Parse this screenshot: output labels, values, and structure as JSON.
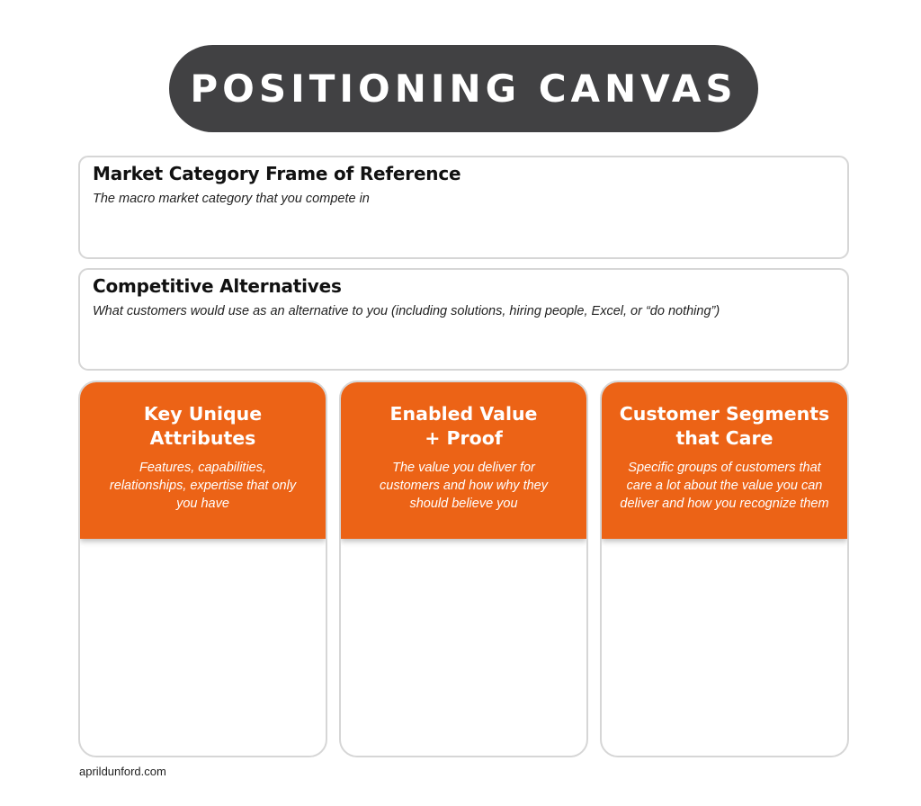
{
  "header": {
    "title": "POSITIONING CANVAS",
    "pill_color": "#414143"
  },
  "sections": {
    "market_category": {
      "title": "Market Category Frame of Reference",
      "description": "The macro market category that you compete in"
    },
    "competitive_alternatives": {
      "title": "Competitive Alternatives",
      "description": "What customers would use as an alternative to you (including solutions, hiring people, Excel, or “do nothing”)"
    }
  },
  "columns": [
    {
      "title_line1": "Key Unique",
      "title_line2": "Attributes",
      "description": "Features, capabilities, relationships, expertise that only you have"
    },
    {
      "title_line1": "Enabled Value",
      "title_line2": "+ Proof",
      "description": "The value you deliver for customers and how why they should believe you"
    },
    {
      "title_line1": "Customer Segments",
      "title_line2": "that Care",
      "description": "Specific groups of customers that care a lot about the value you can deliver and how you recognize them"
    }
  ],
  "colors": {
    "accent": "#ec6316",
    "border": "#d6d6d6"
  },
  "footer": {
    "text": "aprildunford.com"
  }
}
